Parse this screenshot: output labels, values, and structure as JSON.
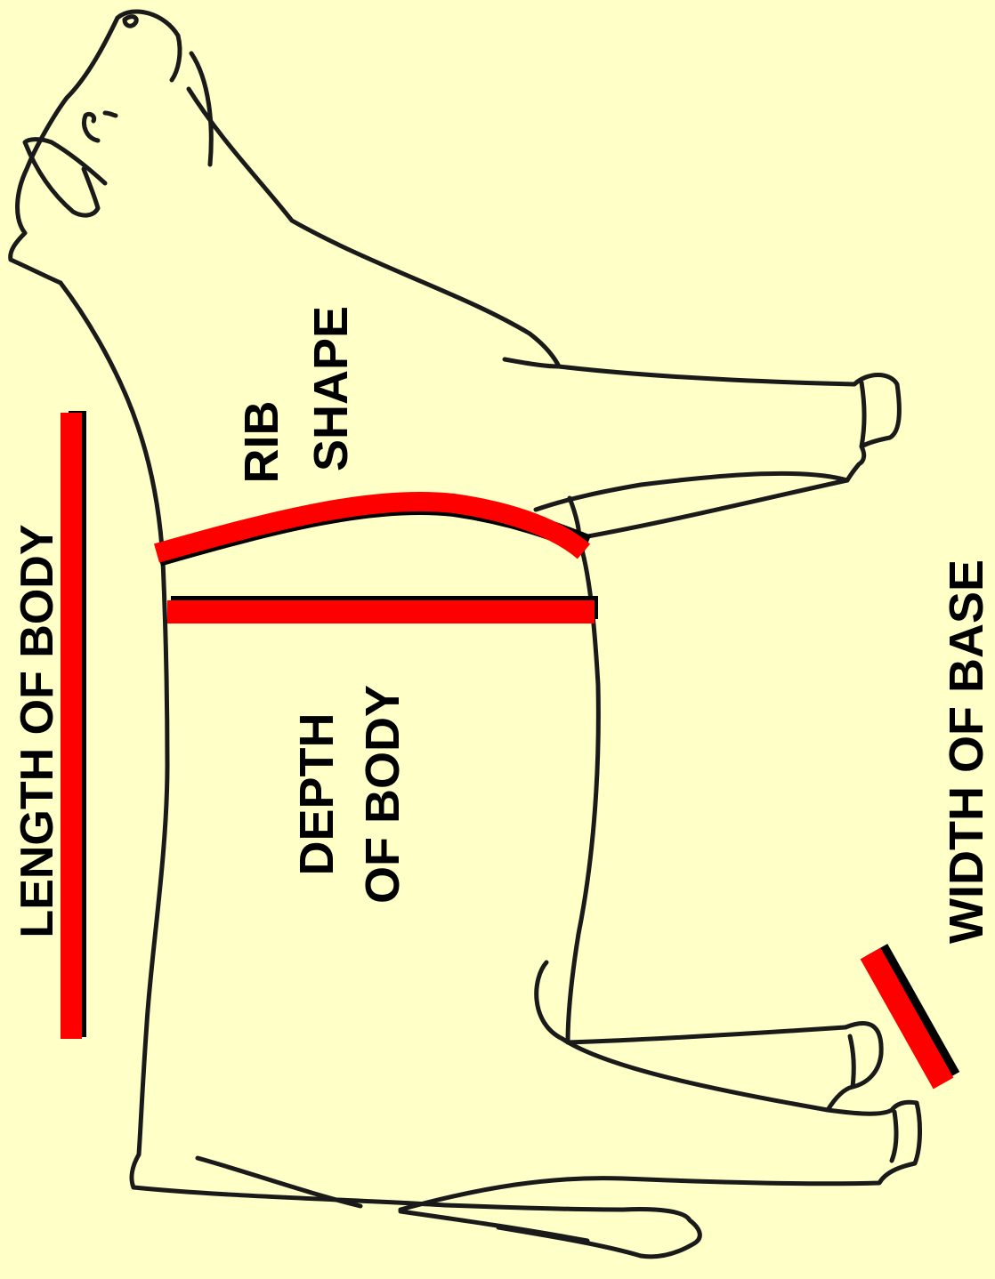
{
  "labels": {
    "length_of_body": "LENGTH OF BODY",
    "rib_shape_line1": "RIB",
    "rib_shape_line2": "SHAPE",
    "depth_of_body_line1": "DEPTH",
    "depth_of_body_line2": "OF BODY",
    "width_of_base": "WIDTH OF BASE"
  },
  "colors": {
    "background": "#FFFFC8",
    "outline": "#1A1A1A",
    "measure_bar": "#FF0000",
    "measure_shadow": "#000000"
  }
}
